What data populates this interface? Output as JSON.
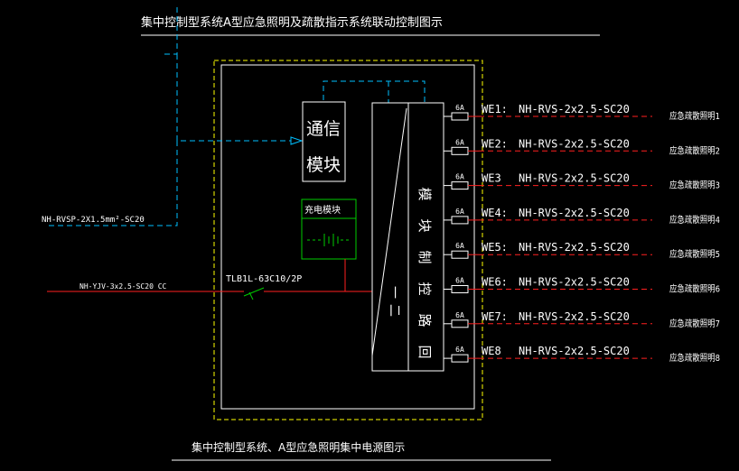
{
  "titles": {
    "top": "集中控制型系统A型应急照明及疏散指示系统联动控制图示",
    "bottom": "集中控制型系统、A型应急照明集中电源图示"
  },
  "cables": {
    "comm": "NH-RVSP-2X1.5mm²-SC20",
    "power": "NH-YJV-3x2.5-SC20 CC",
    "breaker": "TLB1L-63C10/2P"
  },
  "modules": {
    "comm_line1": "通信",
    "comm_line2": "模块",
    "charge": "充电模块"
  },
  "controller": {
    "col_a": [
      "一",
      "二"
    ],
    "col_b": [
      "模",
      "块",
      "制",
      "控",
      "路",
      "回"
    ]
  },
  "circuits": [
    {
      "fuse": "6A",
      "id": "WE1:",
      "cable": "NH-RVS-2x2.5-SC20",
      "load": "应急疏散照明1"
    },
    {
      "fuse": "6A",
      "id": "WE2:",
      "cable": "NH-RVS-2x2.5-SC20",
      "load": "应急疏散照明2"
    },
    {
      "fuse": "6A",
      "id": "WE3",
      "cable": "NH-RVS-2x2.5-SC20",
      "load": "应急疏散照明3"
    },
    {
      "fuse": "6A",
      "id": "WE4:",
      "cable": "NH-RVS-2x2.5-SC20",
      "load": "应急疏散照明4"
    },
    {
      "fuse": "6A",
      "id": "WE5:",
      "cable": "NH-RVS-2x2.5-SC20",
      "load": "应急疏散照明5"
    },
    {
      "fuse": "6A",
      "id": "WE6:",
      "cable": "NH-RVS-2x2.5-SC20",
      "load": "应急疏散照明6"
    },
    {
      "fuse": "6A",
      "id": "WE7:",
      "cable": "NH-RVS-2x2.5-SC20",
      "load": "应急疏散照明7"
    },
    {
      "fuse": "6A",
      "id": "WE8",
      "cable": "NH-RVS-2x2.5-SC20",
      "load": "应急疏散照明8"
    }
  ],
  "colors": {
    "background": "#000000",
    "frame": "#ffffff",
    "enclosure": "#ffff00",
    "comm_line": "#00bfff",
    "power_line": "#ff2020",
    "charge_module": "#00cc00",
    "text": "#ffffff"
  }
}
